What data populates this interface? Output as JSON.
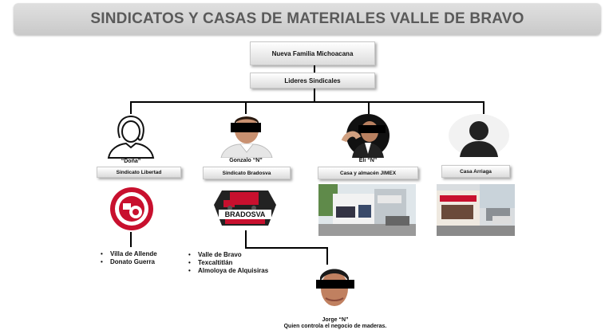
{
  "title": "SINDICATOS Y CASAS DE MATERIALES VALLE DE BRAVO",
  "top_box": "Nueva Familia Michoacana",
  "second_box": "Lideres Sindicales",
  "branches": [
    {
      "person": "“Doña”",
      "org": "Sindicato Libertad",
      "places": [
        "Villa de Allende",
        "Donato Guerra"
      ]
    },
    {
      "person": "Gonzalo “N”",
      "org": "Sindicato Bradosva",
      "logo_text": "BRADOSVA",
      "places": [
        "Valle de Bravo",
        "Texcaltitlán",
        "Almoloya de Alquisiras"
      ]
    },
    {
      "person": "Eli “N”",
      "org": "Casa y almacén JIMEX"
    },
    {
      "person": "",
      "org": "Casa Arriaga"
    }
  ],
  "sub_person": {
    "name": "Jorge “N”",
    "note": "Quien controla el negocio de maderas."
  },
  "colors": {
    "title_text": "#5a5a5a",
    "title_bg": "#d0d0d0",
    "logo_red": "#c8102e"
  }
}
